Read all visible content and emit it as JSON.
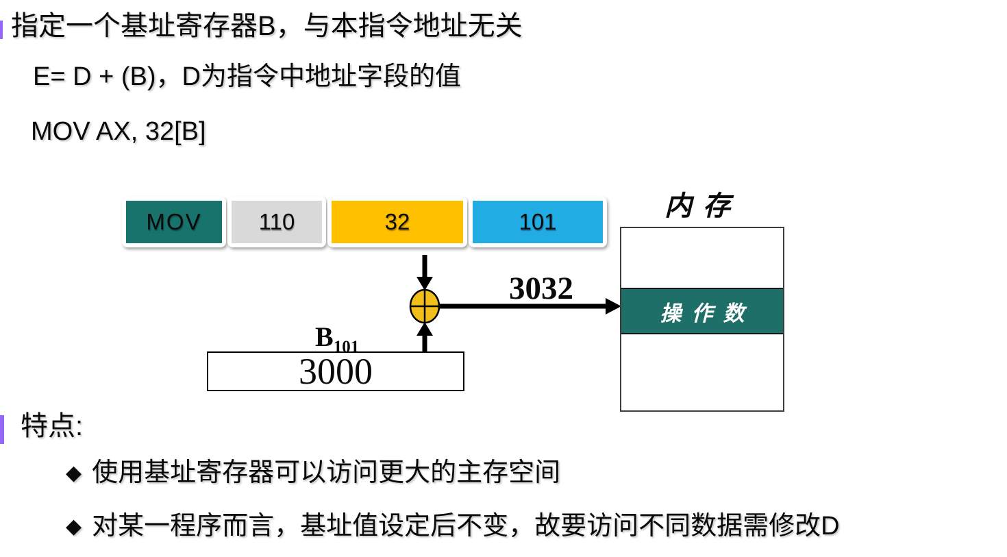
{
  "slide": {
    "intro": "指定一个基址寄存器B，与本指令地址无关",
    "formula": "E= D + (B)，D为指令中地址字段的值",
    "example": "MOV AX, 32[B]"
  },
  "colors": {
    "purple_accent": "#9767FC",
    "adder_yellow": "#F2BE19",
    "operand_row_teal": "#1E6F67"
  },
  "diagram": {
    "instruction_fields": [
      {
        "label": "MOV",
        "color": "#17736C"
      },
      {
        "label": "110",
        "color": "#D9D9D9"
      },
      {
        "label": "32",
        "color": "#FFC000"
      },
      {
        "label": "101",
        "color": "#22ACE4"
      }
    ],
    "effective_address": "3032",
    "base_register_name": "B",
    "base_register_subscript": "101",
    "base_register_value": "3000",
    "memory_title": "内存",
    "operand_label": "操作数"
  },
  "features": {
    "heading": "特点:",
    "bullet": "◆",
    "items": [
      "使用基址寄存器可以访问更大的主存空间",
      "对某一程序而言，基址值设定后不变，故要访问不同数据需修改D"
    ]
  }
}
